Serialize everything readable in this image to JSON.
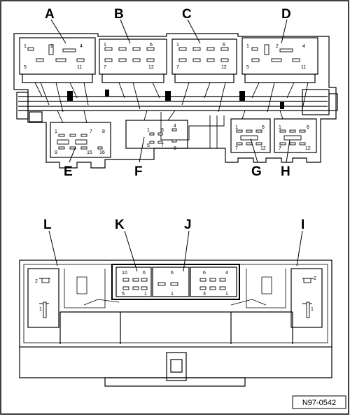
{
  "figure": {
    "reference": "N97-0542",
    "connectors_top": [
      {
        "letter": "A",
        "pins": [
          "1",
          "2",
          "4",
          "5",
          "11"
        ]
      },
      {
        "letter": "B",
        "pins": [
          "1",
          "6",
          "7",
          "12"
        ]
      },
      {
        "letter": "C",
        "pins": [
          "1",
          "6",
          "7",
          "12"
        ]
      },
      {
        "letter": "D",
        "pins": [
          "1",
          "2",
          "4",
          "5",
          "11"
        ]
      },
      {
        "letter": "E",
        "pins": [
          "1",
          "7",
          "8",
          "9",
          "15",
          "16"
        ]
      },
      {
        "letter": "F",
        "pins": [
          "1",
          "3",
          "4",
          "5",
          "7",
          "8"
        ]
      },
      {
        "letter": "G",
        "pins": [
          "1",
          "6",
          "7",
          "12"
        ]
      },
      {
        "letter": "H",
        "pins": [
          "1",
          "6",
          "7",
          "12"
        ]
      }
    ],
    "connectors_bottom": [
      {
        "letter": "L",
        "pins": [
          "2",
          "1"
        ]
      },
      {
        "letter": "K",
        "pins": [
          "10",
          "6",
          "5",
          "1"
        ]
      },
      {
        "letter": "J",
        "pins": [
          "6",
          "4",
          "3",
          "1"
        ]
      },
      {
        "letter": "I",
        "pins": [
          "2",
          "1"
        ]
      }
    ],
    "mid_module_pins": [
      "6",
      "1"
    ]
  }
}
